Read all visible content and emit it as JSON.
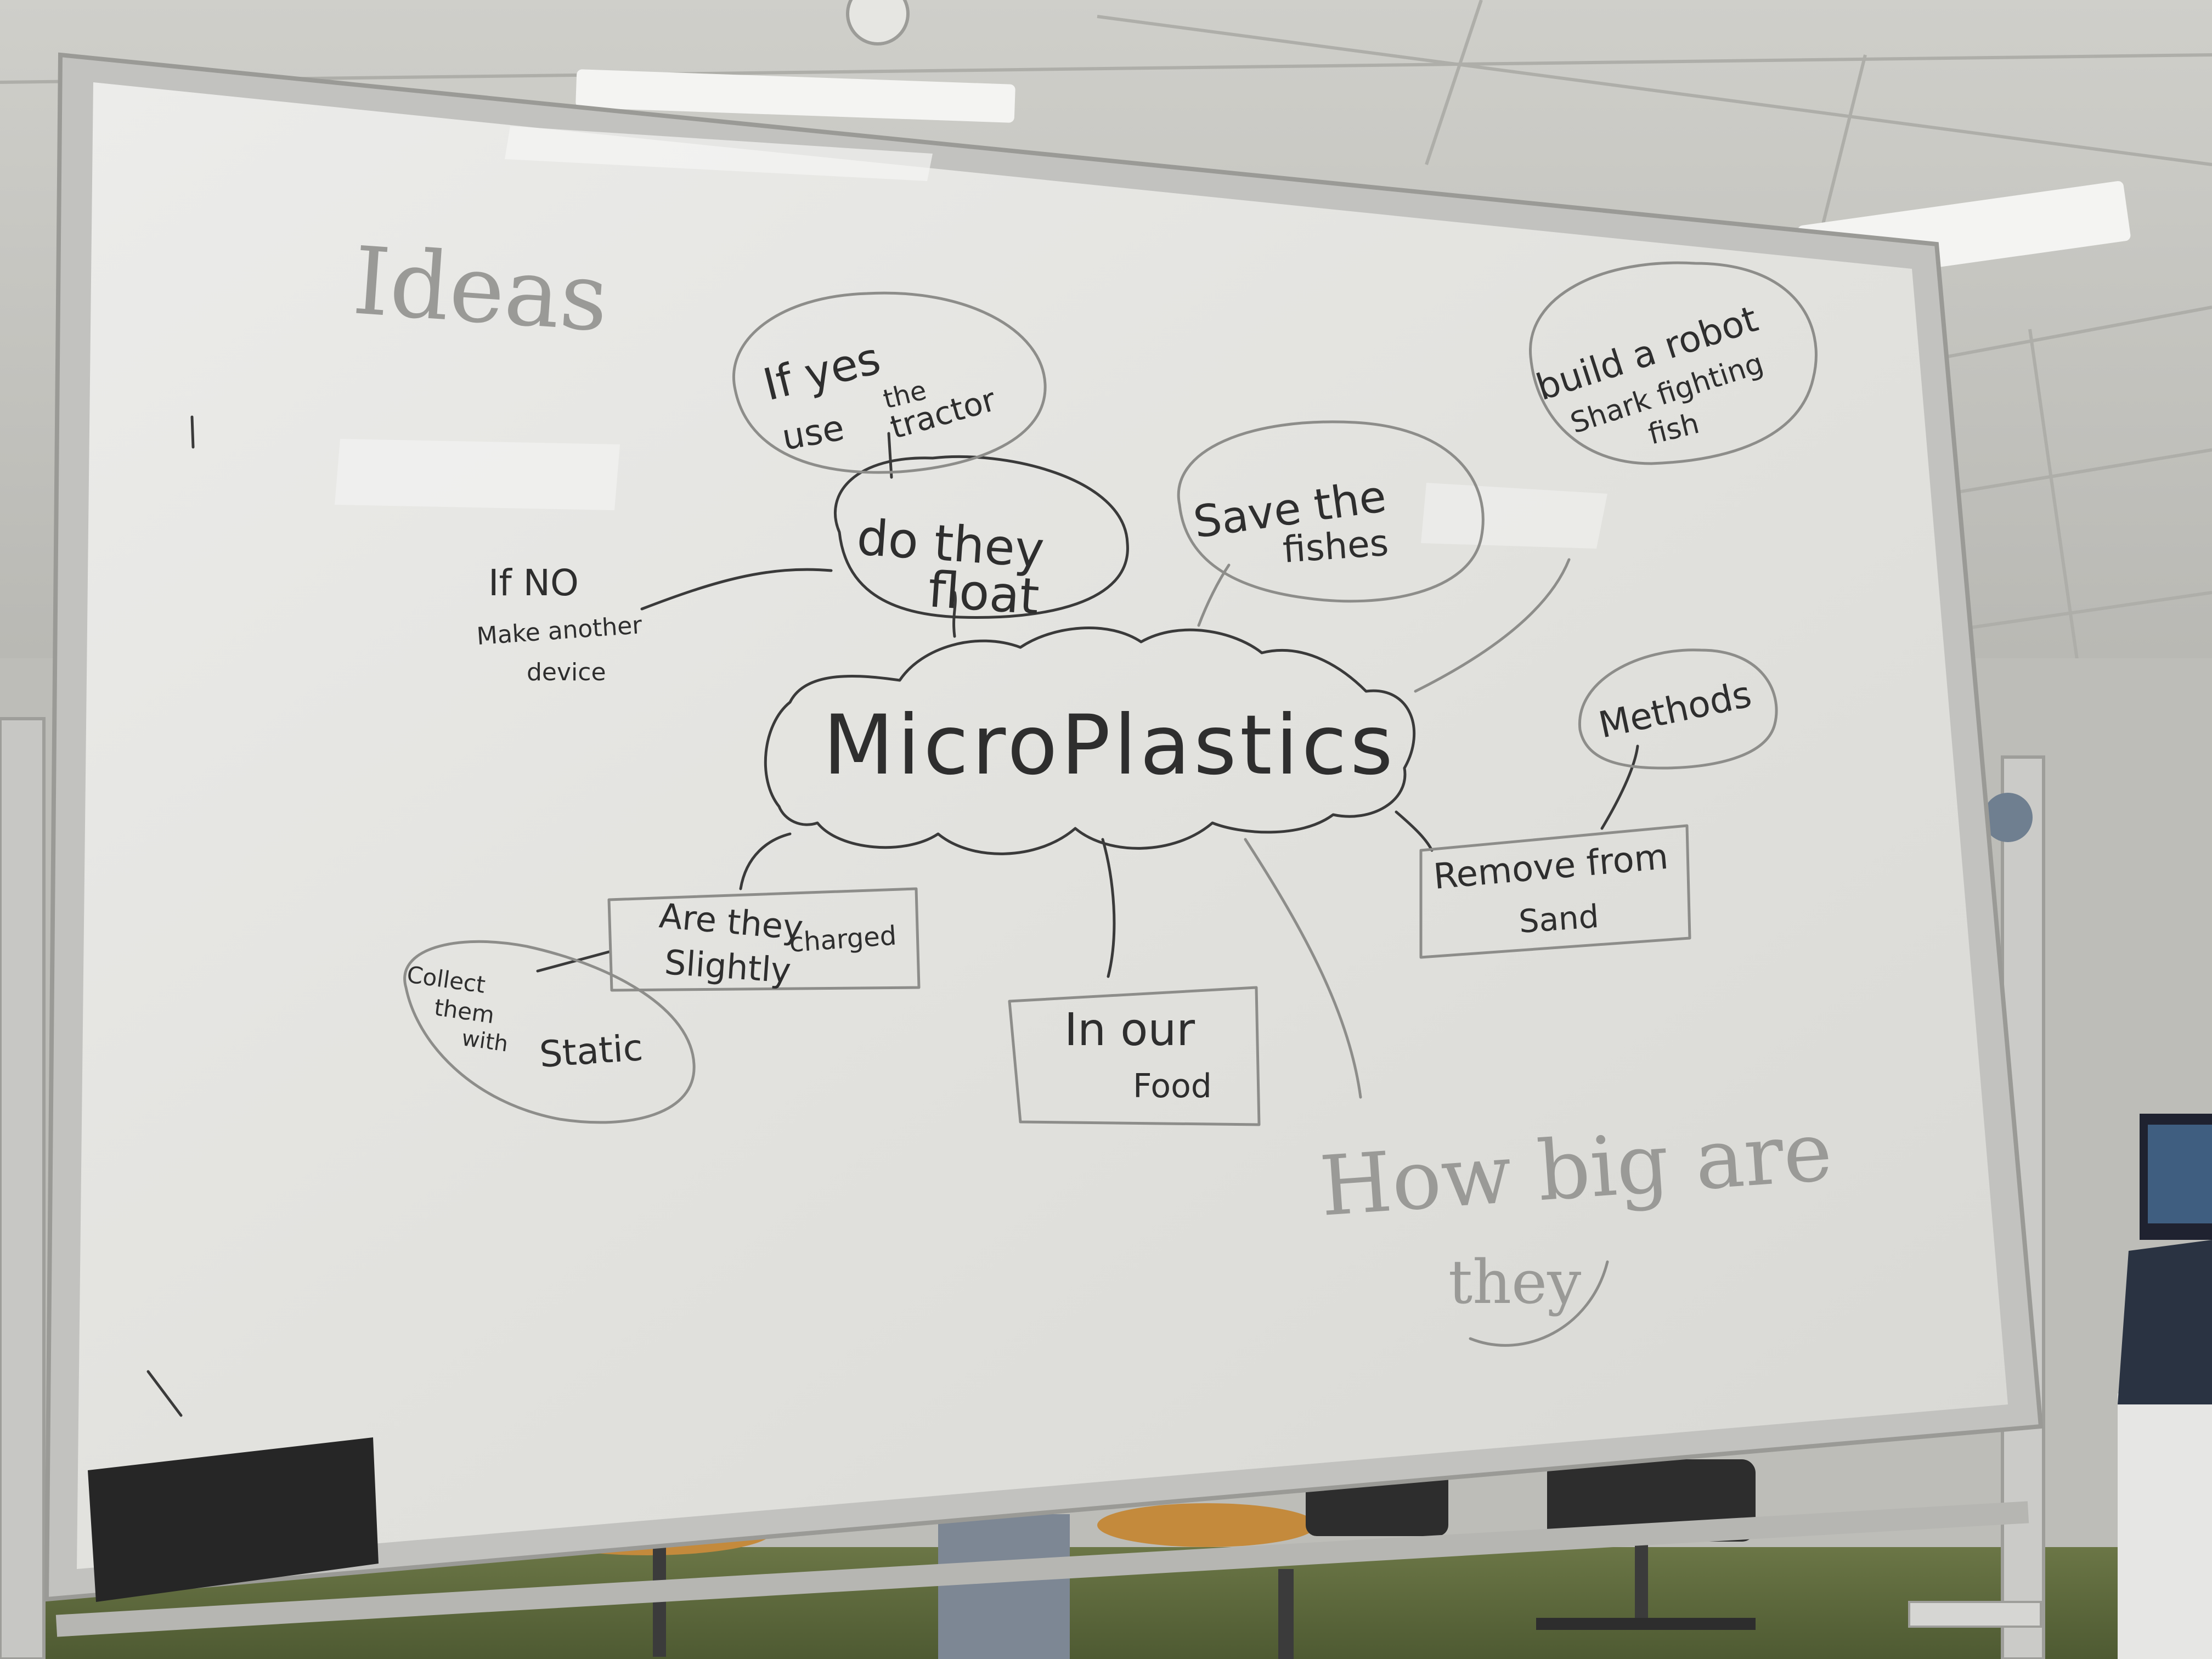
{
  "whiteboard": {
    "faded_heading": "Ideas",
    "center_topic": "MicroPlastics",
    "nodes": {
      "do_they_float": [
        "do they",
        "float"
      ],
      "if_yes": [
        "If yes",
        "use",
        "the",
        "tractor"
      ],
      "if_no": [
        "If NO",
        "Make another",
        "device"
      ],
      "save_fishes": [
        "Save the",
        "fishes"
      ],
      "robot": [
        "build a robot",
        "Shark fighting",
        "fish"
      ],
      "methods": "Methods",
      "remove_sand": [
        "Remove from",
        "Sand"
      ],
      "in_our_food": [
        "In our",
        "Food"
      ],
      "charged": [
        "Are they",
        "Slightly",
        "charged"
      ],
      "collect_static": [
        "Collect",
        "them",
        "with",
        "Static"
      ],
      "how_big": [
        "How big are",
        "they"
      ]
    }
  },
  "colors": {
    "ceiling": "#c9c9c4",
    "wall": "#bdbdb8",
    "board_surface": "#e4e4e0",
    "board_frame": "#c2c2bf",
    "marker_ink": "#2e2e2e",
    "faded_ink": "#9a9a97",
    "floor": "#5c6a3c",
    "chair_seat": "#c48a3c"
  }
}
